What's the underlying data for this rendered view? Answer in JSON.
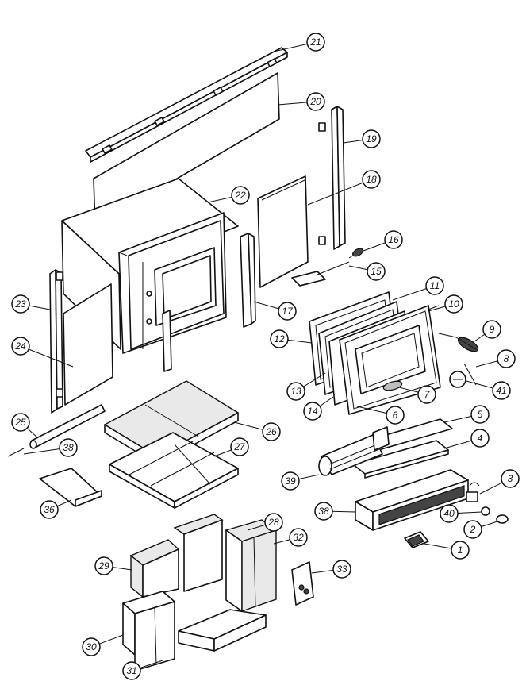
{
  "callouts": [
    {
      "id": "c21",
      "label": "21"
    },
    {
      "id": "c20",
      "label": "20"
    },
    {
      "id": "c19",
      "label": "19"
    },
    {
      "id": "c22",
      "label": "22"
    },
    {
      "id": "c18",
      "label": "18"
    },
    {
      "id": "c16",
      "label": "16"
    },
    {
      "id": "c15",
      "label": "15"
    },
    {
      "id": "c23",
      "label": "23"
    },
    {
      "id": "c17",
      "label": "17"
    },
    {
      "id": "c11",
      "label": "11"
    },
    {
      "id": "c10",
      "label": "10"
    },
    {
      "id": "c24",
      "label": "24"
    },
    {
      "id": "c12",
      "label": "12"
    },
    {
      "id": "c9",
      "label": "9"
    },
    {
      "id": "c8",
      "label": "8"
    },
    {
      "id": "c41",
      "label": "41"
    },
    {
      "id": "c13",
      "label": "13"
    },
    {
      "id": "c7",
      "label": "7"
    },
    {
      "id": "c14",
      "label": "14"
    },
    {
      "id": "c6",
      "label": "6"
    },
    {
      "id": "c25",
      "label": "25"
    },
    {
      "id": "c26",
      "label": "26"
    },
    {
      "id": "c5",
      "label": "5"
    },
    {
      "id": "c4",
      "label": "4"
    },
    {
      "id": "c38a",
      "label": "38"
    },
    {
      "id": "c27",
      "label": "27"
    },
    {
      "id": "c39",
      "label": "39"
    },
    {
      "id": "c3",
      "label": "3"
    },
    {
      "id": "c36",
      "label": "36"
    },
    {
      "id": "c38b",
      "label": "38"
    },
    {
      "id": "c40",
      "label": "40"
    },
    {
      "id": "c28",
      "label": "28"
    },
    {
      "id": "c2",
      "label": "2"
    },
    {
      "id": "c32",
      "label": "32"
    },
    {
      "id": "c1",
      "label": "1"
    },
    {
      "id": "c29",
      "label": "29"
    },
    {
      "id": "c33",
      "label": "33"
    },
    {
      "id": "c30",
      "label": "30"
    },
    {
      "id": "c31",
      "label": "31"
    }
  ]
}
